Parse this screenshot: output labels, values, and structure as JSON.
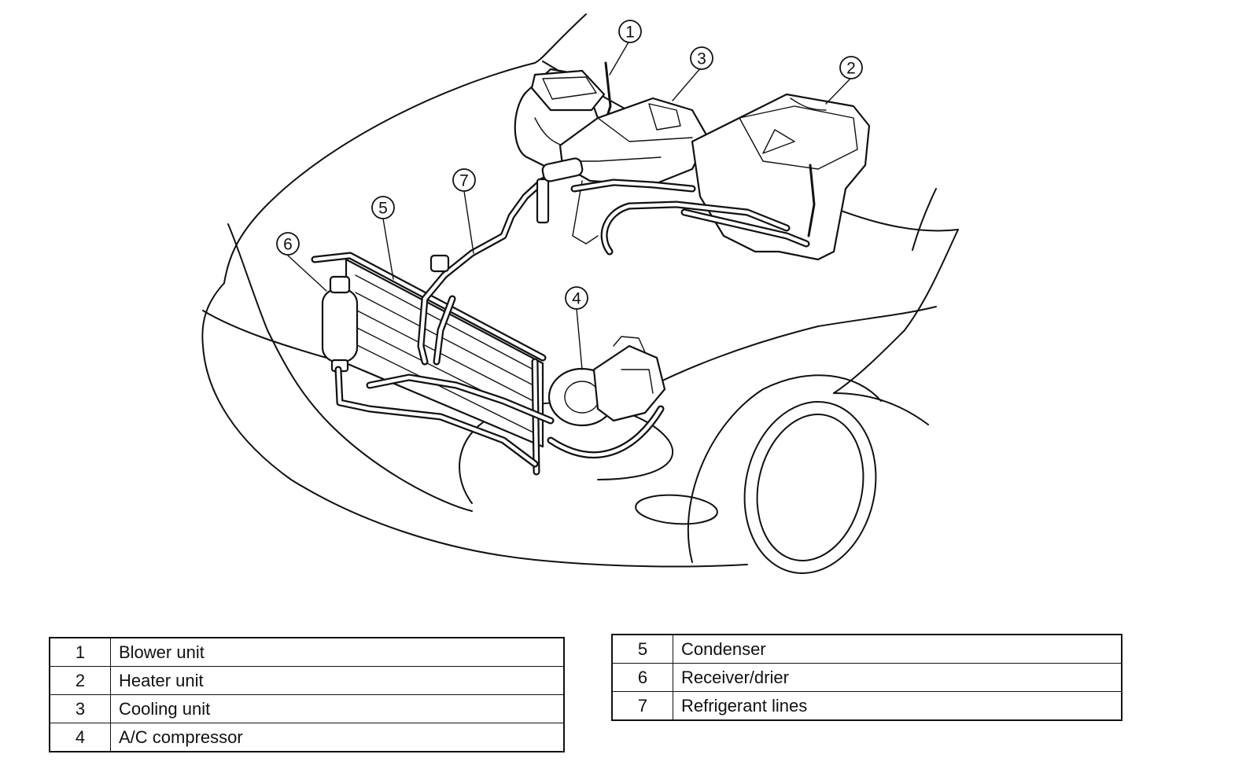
{
  "callouts": [
    "1",
    "2",
    "3",
    "4",
    "5",
    "6",
    "7"
  ],
  "legend": {
    "left": [
      {
        "num": "1",
        "label": "Blower unit"
      },
      {
        "num": "2",
        "label": "Heater unit"
      },
      {
        "num": "3",
        "label": "Cooling unit"
      },
      {
        "num": "4",
        "label": "A/C compressor"
      }
    ],
    "right": [
      {
        "num": "5",
        "label": "Condenser"
      },
      {
        "num": "6",
        "label": "Receiver/drier"
      },
      {
        "num": "7",
        "label": "Refrigerant lines"
      }
    ]
  }
}
